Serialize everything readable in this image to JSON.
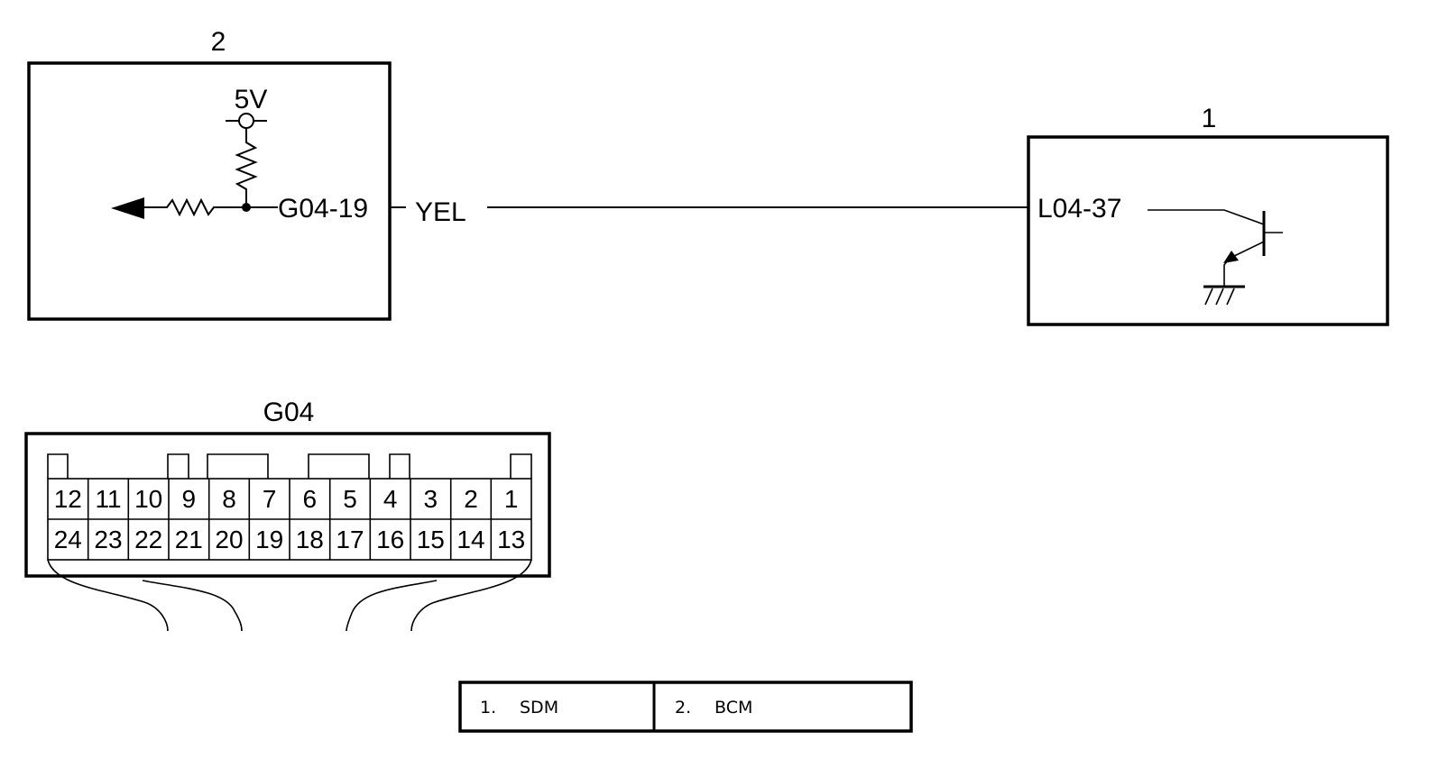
{
  "components": {
    "bcm_number": "2",
    "sdm_number": "1",
    "supply_voltage": "5V",
    "bcm_pin": "G04-19",
    "sdm_pin": "L04-37",
    "wire_color": "YEL"
  },
  "connector": {
    "name": "G04",
    "top_row": [
      "12",
      "11",
      "10",
      "9",
      "8",
      "7",
      "6",
      "5",
      "4",
      "3",
      "2",
      "1"
    ],
    "bottom_row": [
      "24",
      "23",
      "22",
      "21",
      "20",
      "19",
      "18",
      "17",
      "16",
      "15",
      "14",
      "13"
    ]
  },
  "legend": [
    {
      "num": "1.",
      "name": "SDM"
    },
    {
      "num": "2.",
      "name": "BCM"
    }
  ]
}
